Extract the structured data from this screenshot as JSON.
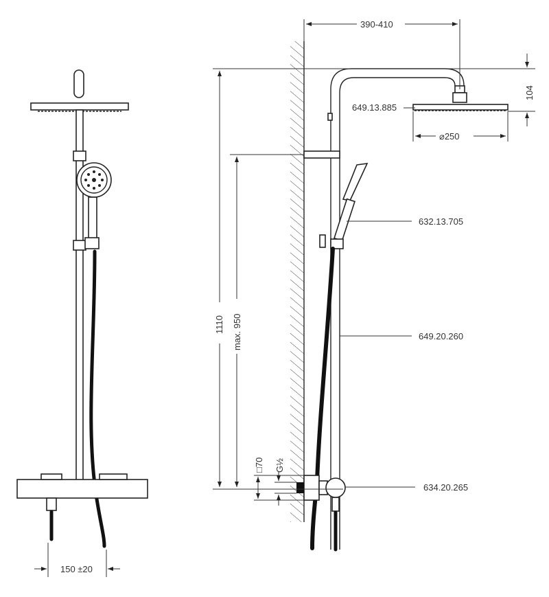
{
  "drawing": {
    "part_numbers": {
      "head_shower": "649.13.885",
      "hand_shower": "632.13.705",
      "riser_rail": "649.20.260",
      "wall_connector": "634.20.265"
    },
    "dimensions": {
      "arm_reach": "390-410",
      "head_height": "104",
      "head_diameter": "⌀250",
      "total_height": "1110",
      "max_height": "max. 950",
      "square_size": "□70",
      "thread": "G½",
      "spacing": "150 ±20"
    }
  }
}
